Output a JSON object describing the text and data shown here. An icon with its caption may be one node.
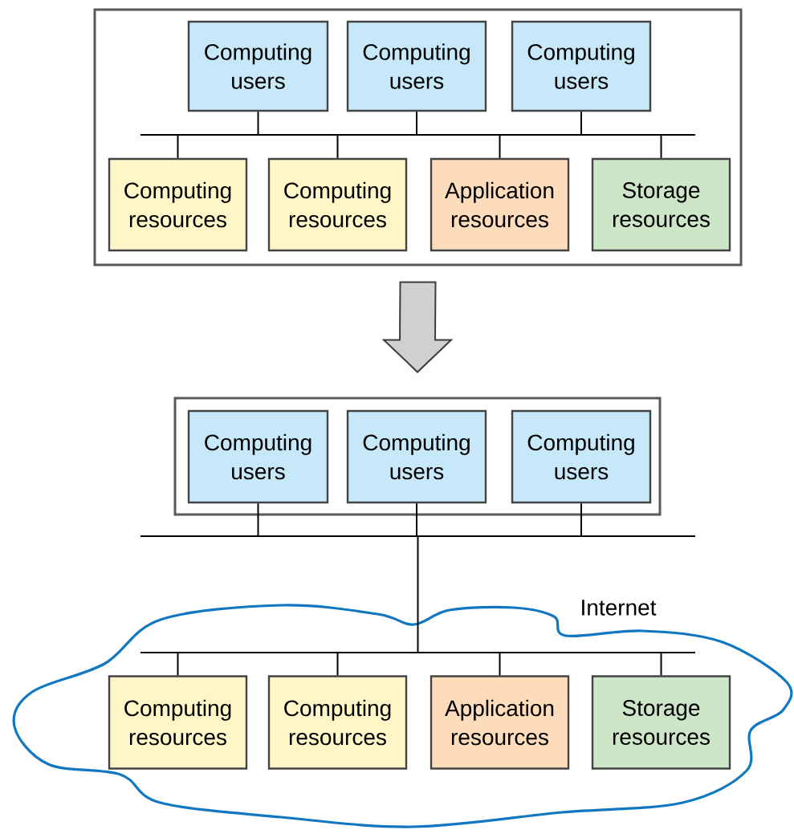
{
  "diagram": {
    "nodes": [
      {
        "text": [],
        "shape": "box"
      },
      {
        "text": [
          "Computing users"
        ],
        "in": 0
      },
      {
        "text": [
          "Computing users"
        ],
        "in": 0
      },
      {
        "text": [
          "Computing users"
        ],
        "in": 0
      },
      {
        "text": [
          "Computing resources"
        ],
        "in": 0
      },
      {
        "text": [
          "Computing resources"
        ],
        "in": 0
      },
      {
        "text": [
          "Application resources"
        ],
        "in": 0
      },
      {
        "text": [
          "Storage resources"
        ],
        "in": 0
      },
      {
        "text": [],
        "shape": "bar",
        "in": 0
      },
      {
        "text": [],
        "shape": "box"
      },
      {
        "text": [
          "Computing users"
        ],
        "in": 9
      },
      {
        "text": [
          "Computing users"
        ],
        "in": 9
      },
      {
        "text": [
          "Computing users"
        ],
        "in": 9
      },
      {
        "text": [],
        "shape": "bar"
      },
      {
        "text": [
          "Internet"
        ]
      },
      {
        "text": [],
        "shape": "bar",
        "in": 14
      },
      {
        "text": [
          "Computing resources"
        ],
        "in": 14
      },
      {
        "text": [
          "Computing resources"
        ],
        "in": 14
      },
      {
        "text": [
          "Application resources"
        ],
        "in": 14
      },
      {
        "text": [
          "Storage resources"
        ],
        "in": 14
      }
    ],
    "edges": [
      {
        "from": 1,
        "to": 8,
        "arrow": "none"
      },
      {
        "from": 2,
        "to": 8,
        "arrow": "none"
      },
      {
        "from": 3,
        "to": 8,
        "arrow": "none"
      },
      {
        "from": 8,
        "to": 4,
        "arrow": "none"
      },
      {
        "from": 8,
        "to": 5,
        "arrow": "none"
      },
      {
        "from": 8,
        "to": 6,
        "arrow": "none"
      },
      {
        "from": 8,
        "to": 7,
        "arrow": "none"
      },
      {
        "from": 0,
        "to": 9,
        "arrow": "to",
        "style": "thick",
        "color": "#d0d0d0"
      },
      {
        "from": 10,
        "to": 13,
        "arrow": "none"
      },
      {
        "from": 11,
        "to": 13,
        "arrow": "none"
      },
      {
        "from": 12,
        "to": 13,
        "arrow": "none"
      },
      {
        "from": 13,
        "to": 15,
        "arrow": "none"
      },
      {
        "from": 15,
        "to": 16,
        "arrow": "none"
      },
      {
        "from": 15,
        "to": 17,
        "arrow": "none"
      },
      {
        "from": 15,
        "to": 18,
        "arrow": "none"
      },
      {
        "from": 15,
        "to": 19,
        "arrow": "none"
      }
    ]
  }
}
